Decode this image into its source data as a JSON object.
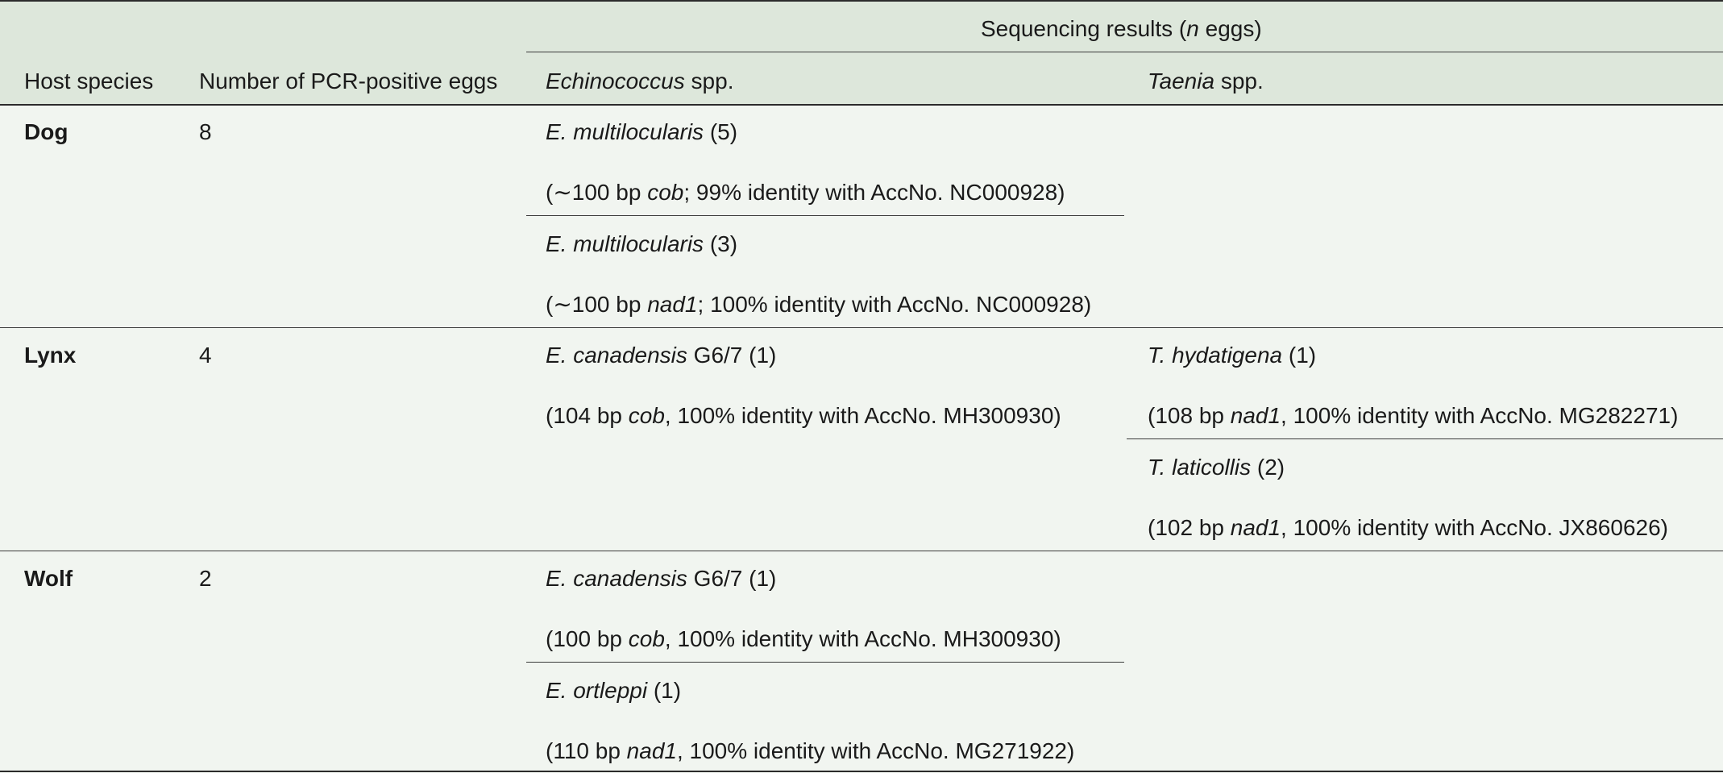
{
  "header": {
    "group_label_pre": "Sequencing results (",
    "group_label_n": "n",
    "group_label_post": " eggs)",
    "host_species": "Host species",
    "pcr_positive": "Number of PCR-positive eggs",
    "echinococcus_genus": "Echinococcus",
    "echinococcus_suffix": " spp.",
    "taenia_genus": "Taenia",
    "taenia_suffix": " spp."
  },
  "rows": [
    {
      "host": "Dog",
      "count": "8",
      "echinococcus": [
        {
          "species": "E. multilocularis",
          "qualifier": " (5)",
          "detail_pre": "(∼100 bp ",
          "gene": "cob",
          "detail_post": "; 99% identity with AccNo. NC000928)"
        },
        {
          "species": "E. multilocularis",
          "qualifier": " (3)",
          "detail_pre": "(∼100 bp ",
          "gene": "nad1",
          "detail_post": "; 100% identity with AccNo. NC000928)"
        }
      ],
      "taenia": []
    },
    {
      "host": "Lynx",
      "count": "4",
      "echinococcus": [
        {
          "species": "E. canadensis",
          "qualifier": " G6/7 (1)",
          "detail_pre": "(104 bp ",
          "gene": "cob",
          "detail_post": ", 100% identity with AccNo. MH300930)"
        }
      ],
      "taenia": [
        {
          "species": "T. hydatigena",
          "qualifier": " (1)",
          "detail_pre": "(108 bp ",
          "gene": "nad1",
          "detail_post": ", 100% identity with AccNo. MG282271)"
        },
        {
          "species": "T. laticollis",
          "qualifier": " (2)",
          "detail_pre": "(102 bp ",
          "gene": "nad1",
          "detail_post": ", 100% identity with AccNo. JX860626)"
        }
      ]
    },
    {
      "host": "Wolf",
      "count": "2",
      "echinococcus": [
        {
          "species": "E. canadensis",
          "qualifier": " G6/7 (1)",
          "detail_pre": "(100 bp ",
          "gene": "cob",
          "detail_post": ", 100% identity with AccNo. MH300930)"
        },
        {
          "species": "E. ortleppi",
          "qualifier": " (1)",
          "detail_pre": "(110 bp ",
          "gene": "nad1",
          "detail_post": ", 100% identity with AccNo. MG271922)"
        }
      ],
      "taenia": []
    }
  ]
}
